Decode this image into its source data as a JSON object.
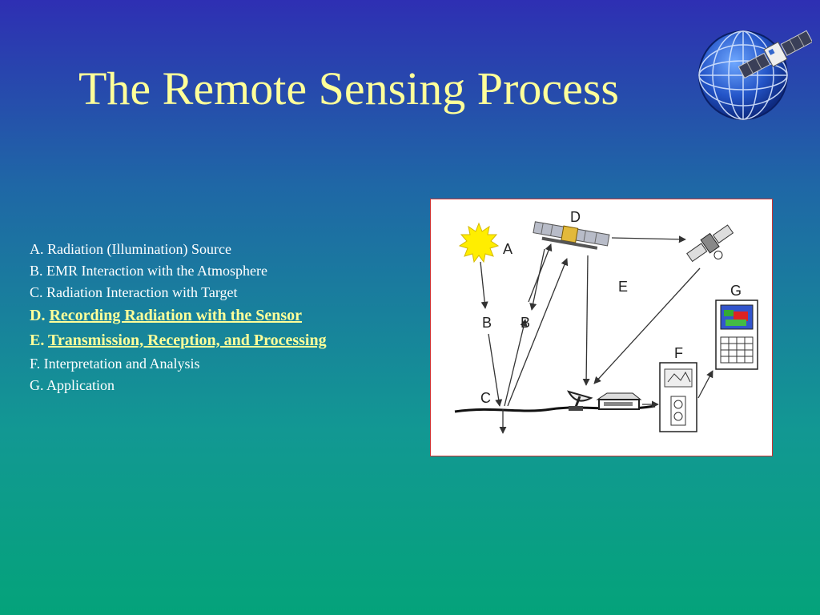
{
  "slide": {
    "title": "The Remote Sensing Process"
  },
  "steps": [
    {
      "letter": "A.",
      "text": "Radiation (Illumination) Source",
      "emphasis": false
    },
    {
      "letter": "B.",
      "text": "EMR Interaction with the Atmosphere",
      "emphasis": false
    },
    {
      "letter": "C.",
      "text": "Radiation Interaction with Target",
      "emphasis": false
    },
    {
      "letter": "D.",
      "text": "Recording Radiation with the Sensor",
      "emphasis": true
    },
    {
      "letter": "E.",
      "text": "Transmission, Reception, and Processing",
      "emphasis": true
    },
    {
      "letter": "F.",
      "text": "Interpretation and Analysis",
      "emphasis": false
    },
    {
      "letter": "G.",
      "text": "Application",
      "emphasis": false
    }
  ],
  "diagram": {
    "labels": {
      "a": "A",
      "b1": "B",
      "b2": "B",
      "c": "C",
      "d": "D",
      "e": "E",
      "f": "F",
      "g": "G"
    }
  },
  "colors": {
    "title": "#ffff99",
    "text": "#ffffff",
    "emphasis": "#ffff99",
    "diagram_border": "#cc3333",
    "sun": "#ffee00"
  }
}
